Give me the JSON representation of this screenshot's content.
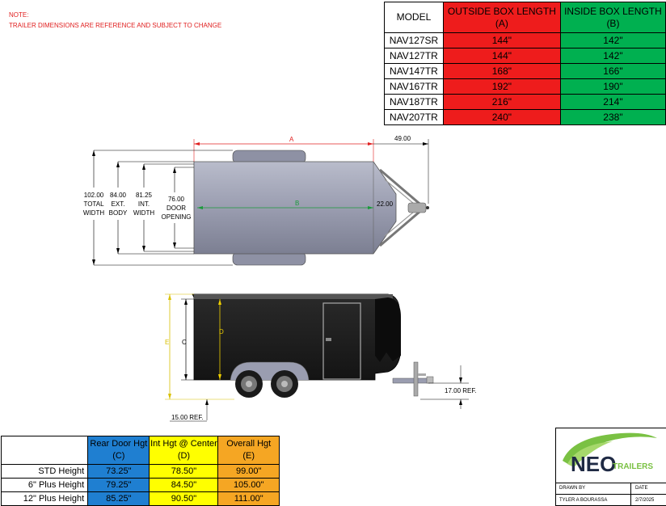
{
  "note": {
    "title": "NOTE:",
    "text": "TRAILER DIMENSIONS ARE REFERENCE AND SUBJECT TO CHANGE"
  },
  "box_table": {
    "model_header": "MODEL",
    "outside_header": [
      "OUTSIDE BOX LENGTH",
      "(A)"
    ],
    "inside_header": [
      "INSIDE BOX LENGTH",
      "(B)"
    ],
    "rows": [
      {
        "model": "NAV127SR",
        "outside": "144\"",
        "inside": "142\""
      },
      {
        "model": "NAV127TR",
        "outside": "144\"",
        "inside": "142\""
      },
      {
        "model": "NAV147TR",
        "outside": "168\"",
        "inside": "166\""
      },
      {
        "model": "NAV167TR",
        "outside": "192\"",
        "inside": "190\""
      },
      {
        "model": "NAV187TR",
        "outside": "216\"",
        "inside": "214\""
      },
      {
        "model": "NAV207TR",
        "outside": "240\"",
        "inside": "238\""
      }
    ],
    "colors": {
      "outside": "#ee1c1c",
      "inside": "#00b050"
    }
  },
  "top_view": {
    "dim_a": "A",
    "dim_b": "B",
    "tongue_len": "49.00",
    "tongue_inner": "22.00",
    "widths": [
      {
        "value": "102.00",
        "line2": "TOTAL",
        "line3": "WIDTH"
      },
      {
        "value": "84.00",
        "line2": "EXT.",
        "line3": "BODY"
      },
      {
        "value": "81.25",
        "line2": "INT.",
        "line3": "WIDTH"
      },
      {
        "value": "76.00",
        "line2": "DOOR",
        "line3": "OPENING"
      }
    ]
  },
  "side_view": {
    "dim_e": "E",
    "dim_c": "C",
    "dim_d": "D",
    "ground_ref": "17.00 REF.",
    "bottom_ref": "15.00 REF."
  },
  "height_table": {
    "headers": [
      [
        "Rear Door Hgt",
        "(C)"
      ],
      [
        "Int Hgt @ Center",
        "(D)"
      ],
      [
        "Overall Hgt",
        "(E)"
      ]
    ],
    "rows": [
      {
        "label": "STD Height",
        "c": "73.25\"",
        "d": "78.50\"",
        "e": "99.00\""
      },
      {
        "label": "6\" Plus Height",
        "c": "79.25\"",
        "d": "84.50\"",
        "e": "105.00\""
      },
      {
        "label": "12\" Plus Height",
        "c": "85.25\"",
        "d": "90.50\"",
        "e": "111.00\""
      }
    ],
    "colors": {
      "c": "#1f7fd1",
      "d": "#ffff00",
      "e": "#f5a623"
    }
  },
  "title_block": {
    "logo_main": "NEO",
    "logo_sub": "TRAILERS",
    "drawn_by_label": "DRAWN BY",
    "date_label": "DATE",
    "drawn_by": "TYLER A BOURASSA",
    "date": "2/7/2025"
  }
}
